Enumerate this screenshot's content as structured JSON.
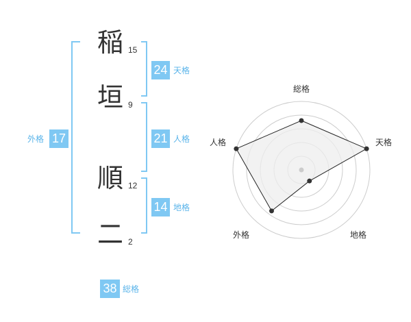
{
  "name": {
    "characters": [
      {
        "char": "稲",
        "strokes": "15"
      },
      {
        "char": "垣",
        "strokes": "9"
      },
      {
        "char": "順",
        "strokes": "12"
      },
      {
        "char": "二",
        "strokes": "2"
      }
    ]
  },
  "kaku": {
    "tenkaku": {
      "value": "24",
      "label": "天格"
    },
    "jinkaku": {
      "value": "21",
      "label": "人格"
    },
    "chikaku": {
      "value": "14",
      "label": "地格"
    },
    "gaikaku": {
      "value": "17",
      "label": "外格"
    },
    "soukaku": {
      "value": "38",
      "label": "総格"
    }
  },
  "radar": {
    "axes": [
      "総格",
      "天格",
      "地格",
      "外格",
      "人格"
    ],
    "rings": 5,
    "values": [
      0.72,
      1.0,
      0.2,
      0.74,
      1.0
    ],
    "colors": {
      "grid": "#cccccc",
      "fill": "#eeeeee",
      "line": "#222222",
      "point": "#333333",
      "center": "#cccccc"
    }
  },
  "colors": {
    "accent": "#7fc8f3",
    "bracket": "#5ab4ea"
  }
}
